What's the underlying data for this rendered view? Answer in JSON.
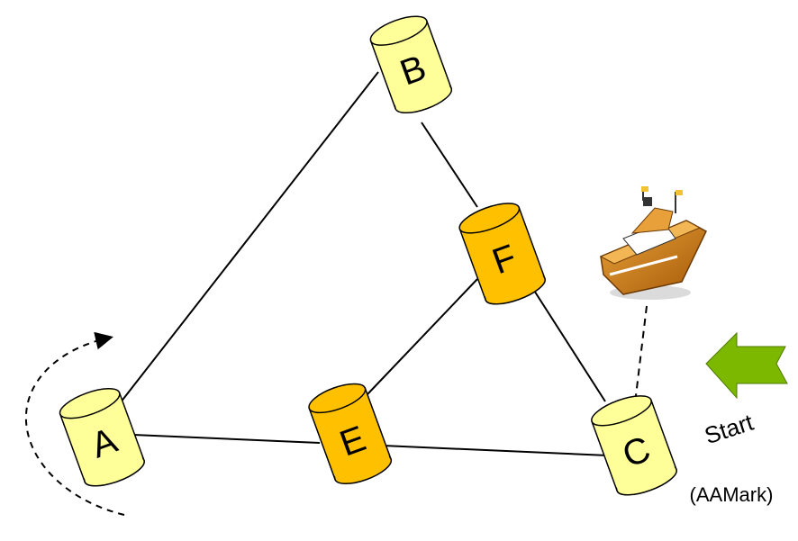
{
  "diagram": {
    "buoys": [
      {
        "id": "A",
        "label": "A",
        "color": "#FFFF99"
      },
      {
        "id": "B",
        "label": "B",
        "color": "#FFFF99"
      },
      {
        "id": "C",
        "label": "C",
        "color": "#FFFF99"
      },
      {
        "id": "E",
        "label": "E",
        "color": "#FFC000"
      },
      {
        "id": "F",
        "label": "F",
        "color": "#FFC000"
      }
    ],
    "legs": [
      [
        "A",
        "B"
      ],
      [
        "B",
        "F"
      ],
      [
        "F",
        "C"
      ],
      [
        "A",
        "E"
      ],
      [
        "E",
        "C"
      ],
      [
        "E",
        "F"
      ]
    ],
    "start_label": "Start",
    "mark_label": "(AAMark)",
    "colors": {
      "yellow_buoy": "#FFFF99",
      "orange_buoy": "#FFC000",
      "start_arrow": "#7DB800",
      "boat_hull": "#C8740C"
    },
    "icons": [
      "boat-icon",
      "start-arrow-icon",
      "rounding-direction-arrow"
    ]
  }
}
